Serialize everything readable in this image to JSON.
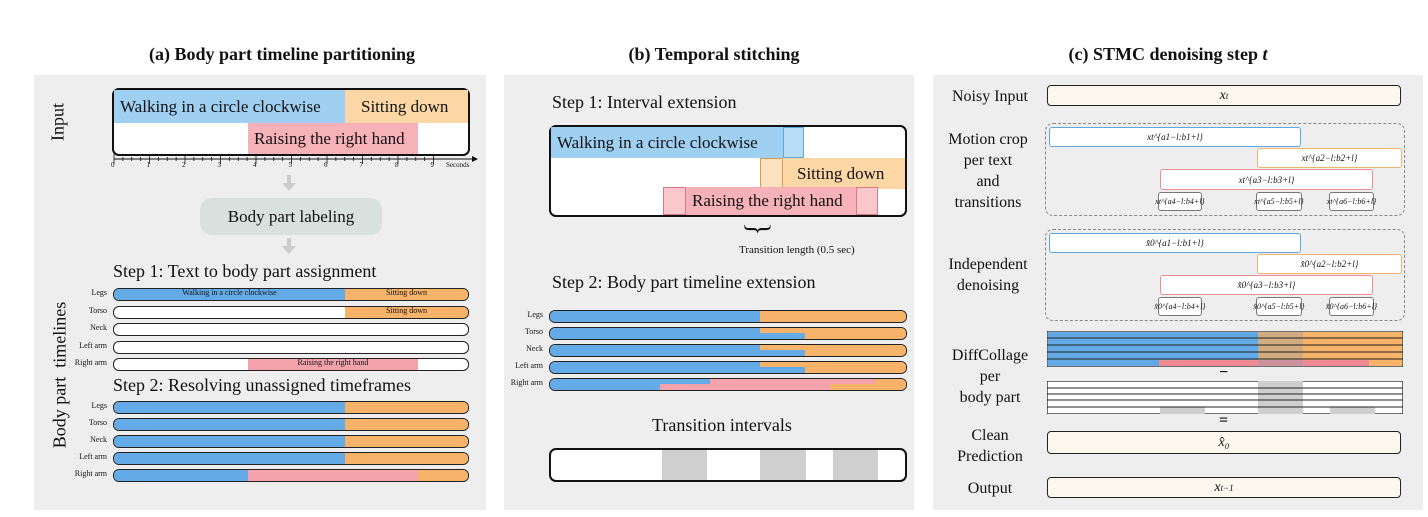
{
  "panel_a": {
    "title": "(a) Body part timeline partitioning",
    "input_label": "Input",
    "segments": {
      "walking": "Walking in a circle clockwise",
      "sitting": "Sitting down",
      "raising": "Raising the right hand"
    },
    "axis": {
      "ticks": [
        "0",
        "1",
        "2",
        "3",
        "4",
        "5",
        "6",
        "7",
        "8",
        "9"
      ],
      "unit": "Seconds"
    },
    "labeling_button": "Body part labeling",
    "step1": "Step 1: Text to body part assignment",
    "step2": "Step 2: Resolving unassigned timeframes",
    "side_label": "Body part  timelines",
    "body_parts": [
      "Legs",
      "Torso",
      "Neck",
      "Left arm",
      "Right arm"
    ],
    "step1_labels": {
      "legs_walk": "Walking in a circle clockwise",
      "legs_sit": "Sitting down",
      "torso_sit": "Sitting down",
      "rarm_raise": "Raising the right hand"
    }
  },
  "panel_b": {
    "title": "(b) Temporal stitching",
    "step1": "Step 1: Interval extension",
    "segments": {
      "walking": "Walking in a circle clockwise",
      "sitting": "Sitting down",
      "raising": "Raising the right hand"
    },
    "transition_label": "Transition length (0.5 sec)",
    "step2": "Step 2: Body part timeline extension",
    "body_parts": [
      "Legs",
      "Torso",
      "Neck",
      "Left arm",
      "Right arm"
    ],
    "transitions_title": "Transition intervals"
  },
  "panel_c": {
    "title": "(c) STMC denoising step",
    "title_var": "t",
    "noisy_input": "Noisy Input",
    "noisy_var": "x",
    "noisy_sub": "t",
    "motion_crop": [
      "Motion crop",
      "per text",
      "and",
      "transitions"
    ],
    "independent": [
      "Independent",
      "denoising"
    ],
    "diffcollage": [
      "DiffCollage",
      "per",
      "body part"
    ],
    "clean": [
      "Clean",
      "Prediction"
    ],
    "clean_var": "x̂₀",
    "output": "Output",
    "output_var": "x",
    "output_sub": "t−1",
    "minus": "−",
    "equals": "=",
    "crops_t": [
      "xt^{a1−l:b1+l}",
      "xt^{a2−l:b2+l}",
      "xt^{a3−l:b3+l}",
      "xt^{a4−l:b4+l}",
      "xt^{a5−l:b5+l}",
      "xt^{a6−l:b6+l}"
    ],
    "crops_0": [
      "x̂0^{a1−l:b1+l}",
      "x̂0^{a2−l:b2+l}",
      "x̂0^{a3−l:b3+l}",
      "x̂0^{a4−l:b4+l}",
      "x̂0^{a5−l:b5+l}",
      "x̂0^{a6−l:b6+l}"
    ]
  }
}
